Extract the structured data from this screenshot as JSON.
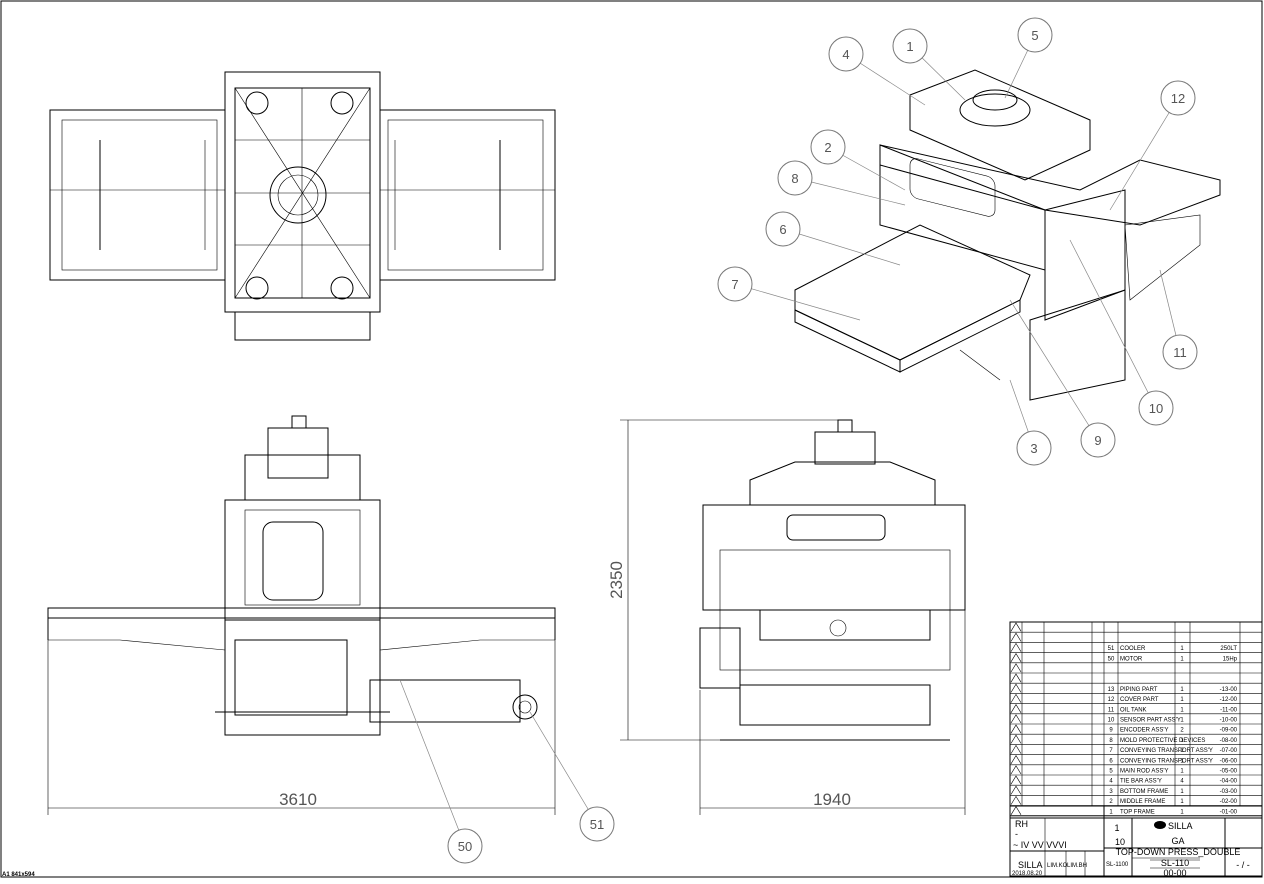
{
  "sheet_size": "A1 841x594",
  "dimensions": {
    "overall_width": "3610",
    "side_width": "1940",
    "height": "2350"
  },
  "balloons": [
    "1",
    "2",
    "3",
    "4",
    "5",
    "6",
    "7",
    "8",
    "9",
    "10",
    "11",
    "12",
    "50",
    "51"
  ],
  "parts_list": [
    {
      "no": "",
      "name": "",
      "qty": "",
      "code": ""
    },
    {
      "no": "",
      "name": "",
      "qty": "",
      "code": ""
    },
    {
      "no": "51",
      "name": "COOLER",
      "qty": "1",
      "code": "250LT"
    },
    {
      "no": "50",
      "name": "MOTOR",
      "qty": "1",
      "code": "15Hp"
    },
    {
      "no": "",
      "name": "",
      "qty": "",
      "code": ""
    },
    {
      "no": "",
      "name": "",
      "qty": "",
      "code": ""
    },
    {
      "no": "13",
      "name": "PIPING PART",
      "qty": "1",
      "code": "-13-00"
    },
    {
      "no": "12",
      "name": "COVER PART",
      "qty": "1",
      "code": "-12-00"
    },
    {
      "no": "11",
      "name": "OIL TANK",
      "qty": "1",
      "code": "-11-00"
    },
    {
      "no": "10",
      "name": "SENSOR PART ASS'Y",
      "qty": "1",
      "code": "-10-00"
    },
    {
      "no": "9",
      "name": "ENCODER ASS'Y",
      "qty": "2",
      "code": "-09-00"
    },
    {
      "no": "8",
      "name": "MOLD PROTECTIVE DEVICES",
      "qty": "1",
      "code": "-08-00"
    },
    {
      "no": "7",
      "name": "CONVEYING TRANSPORT ASS'Y",
      "qty": "2",
      "code": "-07-00"
    },
    {
      "no": "6",
      "name": "CONVEYING TRANSPORT ASS'Y",
      "qty": "1",
      "code": "-06-00"
    },
    {
      "no": "5",
      "name": "MAIN ROD ASS'Y",
      "qty": "1",
      "code": "-05-00"
    },
    {
      "no": "4",
      "name": "TIE BAR ASS'Y",
      "qty": "4",
      "code": "-04-00"
    },
    {
      "no": "3",
      "name": "BOTTOM FRAME",
      "qty": "1",
      "code": "-03-00"
    },
    {
      "no": "2",
      "name": "MIDDLE FRAME",
      "qty": "1",
      "code": "-02-00"
    },
    {
      "no": "1",
      "name": "TOP FRAME",
      "qty": "1",
      "code": "-01-00"
    }
  ],
  "title_block": {
    "drawn_by": "RH",
    "dash": "-",
    "tolerance": "~ IV VV VVVI",
    "scale_num": "1",
    "scale_den": "10",
    "company": "SILLA",
    "drawing_name": "GA",
    "drawing_title": "TOP-DOWN PRESS_DOUBLE",
    "model": "SL-1100",
    "drawing_no": "SL-110",
    "drawing_sub": "00-00",
    "designer_company": "SILLA",
    "date": "2018.08.20",
    "checked": "LIM.KO",
    "approved": "LIM.BH",
    "sheet": "- / -"
  }
}
